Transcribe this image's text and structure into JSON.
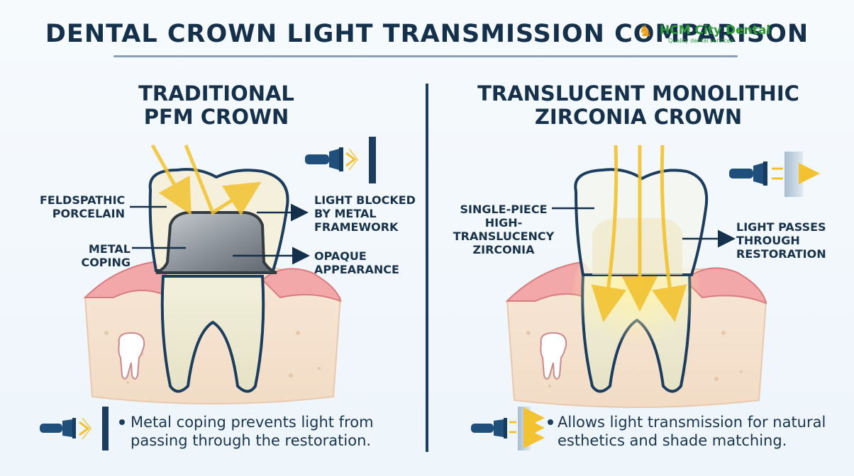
{
  "title": "DENTAL CROWN LIGHT TRANSMISSION COMPARISON",
  "logo": {
    "name": "HCM City Dental",
    "tagline": "Quality dental services"
  },
  "left": {
    "title_line1": "TRADITIONAL",
    "title_line2": "PFM CROWN",
    "labels": {
      "feldspathic_1": "FELDSPATHIC",
      "feldspathic_2": "PORCELAIN",
      "metal_coping": "METAL COPING",
      "blocked_1": "LIGHT BLOCKED",
      "blocked_2": "BY METAL",
      "blocked_3": "FRAMEWORK",
      "opaque_1": "OPAQUE",
      "opaque_2": "APPEARANCE"
    },
    "caption_line1": "Metal coping prevents light from",
    "caption_line2": "passing through the restoration."
  },
  "right": {
    "title_line1": "TRANSLUCENT MONOLITHIC",
    "title_line2": "ZIRCONIA CROWN",
    "labels": {
      "single_1": "SINGLE-PIECE",
      "single_2": "HIGH-TRANSLUCENCY",
      "single_3": "ZIRCONIA",
      "passes_1": "LIGHT PASSES",
      "passes_2": "THROUGH",
      "passes_3": "RESTORATION"
    },
    "caption_line1": "Allows light transmission for natural",
    "caption_line2": "esthetics and shade matching."
  },
  "colors": {
    "navy": "#14304a",
    "light_ray": "#f4d03f",
    "gum": "#f2a7a8",
    "metal": "#8f969d",
    "flashlight": "#1f4f7a"
  },
  "icons": [
    "flashlight-icon",
    "light-barrier-icon",
    "translucent-panel-icon",
    "bullet-icon",
    "tooth-logo-icon"
  ]
}
